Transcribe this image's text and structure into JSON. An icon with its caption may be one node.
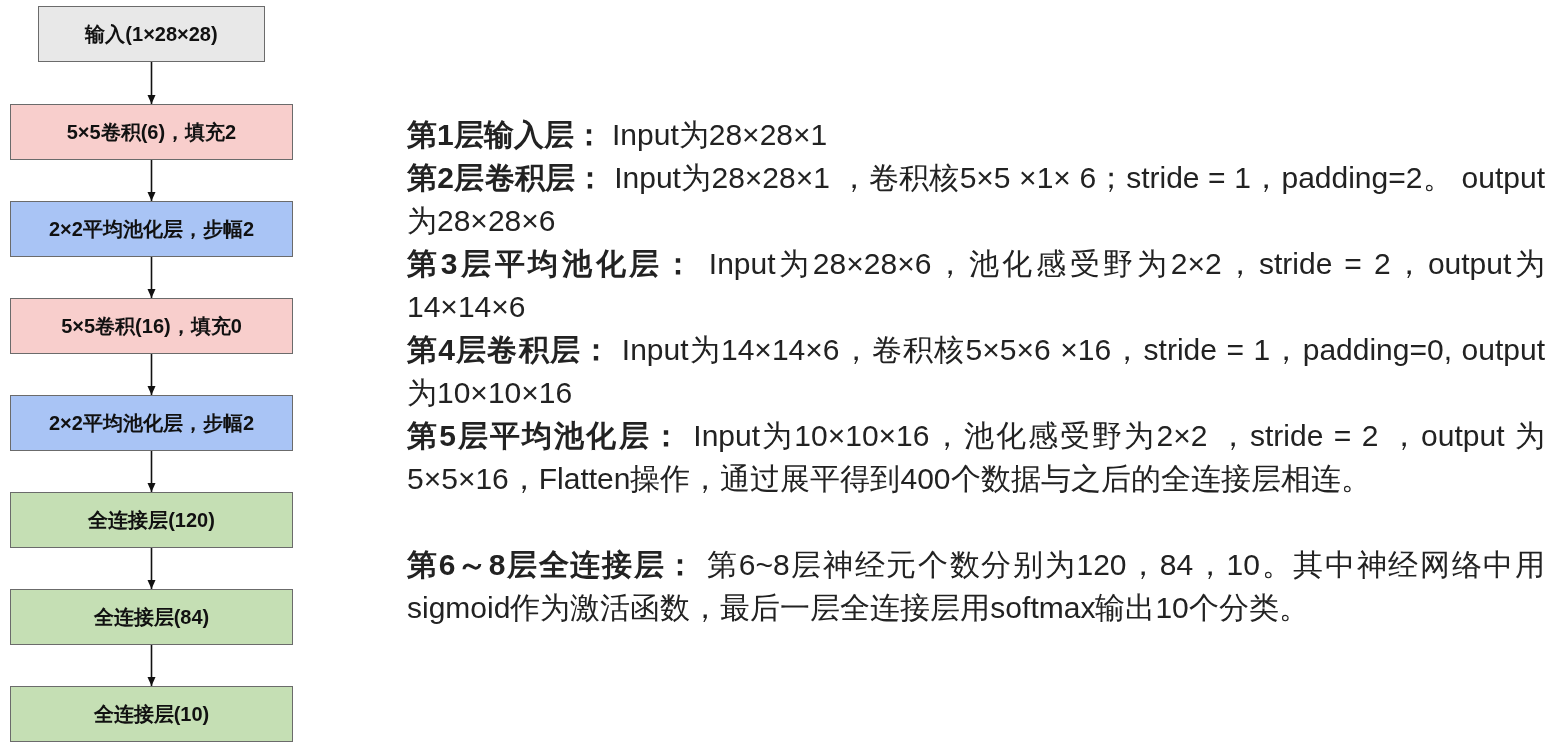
{
  "diagram": {
    "nodes": [
      {
        "text": [
          "输入(1×28×28)"
        ]
      },
      {
        "text": [
          "5×5卷积(6)，填充2"
        ]
      },
      {
        "text": [
          "2×2平均池化层，步幅2"
        ]
      },
      {
        "text": [
          "5×5卷积(16)，填充0"
        ]
      },
      {
        "text": [
          "2×2平均池化层，步幅2"
        ]
      },
      {
        "text": [
          "全连接层(120)"
        ]
      },
      {
        "text": [
          "全连接层(84)"
        ]
      },
      {
        "text": [
          "全连接层(10)"
        ]
      }
    ],
    "edges": [
      {
        "from": 0,
        "to": 1,
        "arrow": "to"
      },
      {
        "from": 1,
        "to": 2,
        "arrow": "to"
      },
      {
        "from": 2,
        "to": 3,
        "arrow": "to"
      },
      {
        "from": 3,
        "to": 4,
        "arrow": "to"
      },
      {
        "from": 4,
        "to": 5,
        "arrow": "to"
      },
      {
        "from": 5,
        "to": 6,
        "arrow": "to"
      },
      {
        "from": 6,
        "to": 7,
        "arrow": "to"
      }
    ],
    "labels": [
      "**第1层输入层：** Input为28×28×1",
      "**第2层卷积层：** Input为28×28×1 ，卷积核5×5 ×1× 6；stride = 1，padding=2。 output为28×28×6",
      "**第3层平均池化层：** Input为28×28×6，池化感受野为2×2，stride = 2，output为14×14×6",
      "**第4层卷积层：** Input为14×14×6，卷积核5×5×6 ×16，stride = 1，padding=0, output为10×10×16",
      "**第5层平均池化层：** Input为10×10×16，池化感受野为2×2 ，stride = 2 ，output 为5×5×16，Flatten操作，通过展平得到400个数据与之后的全连接层相连。",
      "**第6～8层全连接层：** 第6~8层神经元个数分别为120，84，10。其中神经网络中用sigmoid作为激活函数，最后一层全连接层用softmax输出10个分类。"
    ]
  }
}
